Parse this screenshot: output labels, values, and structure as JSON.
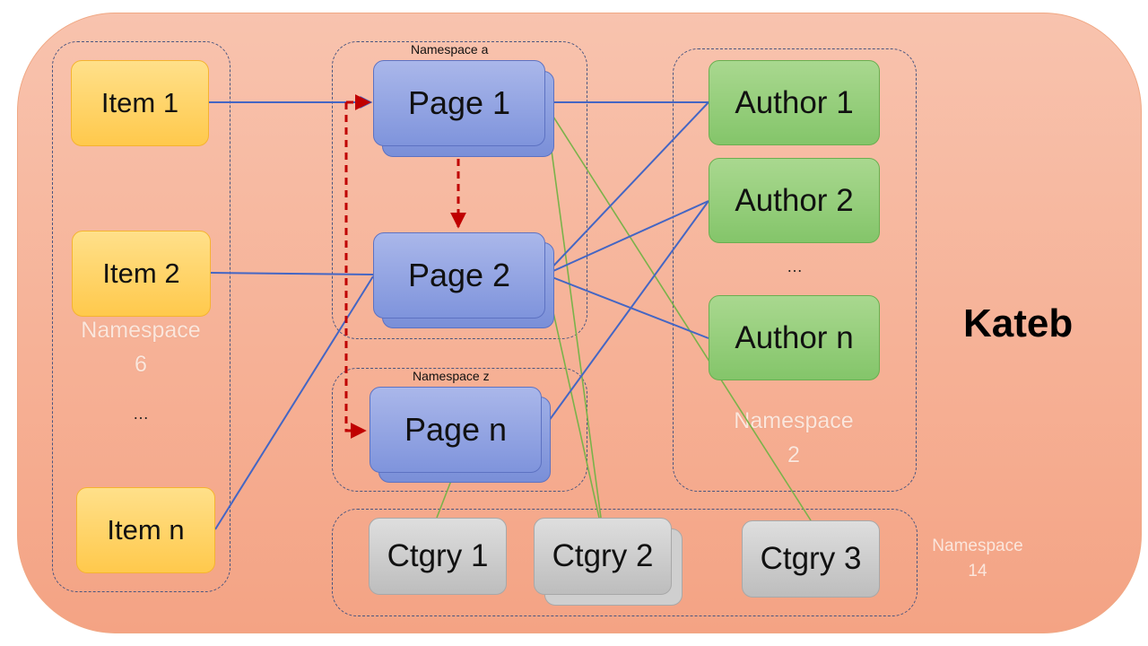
{
  "title": "Kateb",
  "namespaces": {
    "items": "Namespace 6",
    "items_line1": "Namespace",
    "items_line2": "6",
    "pages_a": "Namespace a",
    "pages_z": "Namespace z",
    "authors_line1": "Namespace",
    "authors_line2": "2",
    "categories_line1": "Namespace",
    "categories_line2": "14"
  },
  "items": [
    "Item 1",
    "Item 2",
    "…",
    "Item n"
  ],
  "pages": [
    "Page 1",
    "Page 2",
    "Page n"
  ],
  "authors": [
    "Author 1",
    "Author 2",
    "…",
    "Author n"
  ],
  "categories": [
    "Ctgry 1",
    "Ctgry 2",
    "Ctgry 3"
  ],
  "colors": {
    "background": "#f6b196",
    "item": "#ffc94c",
    "page": "#8ea0e0",
    "author": "#8fcb74",
    "category": "#c8c8c8",
    "link_blue": "#4466c4",
    "link_green": "#7ab24a",
    "link_red": "#c00000"
  }
}
